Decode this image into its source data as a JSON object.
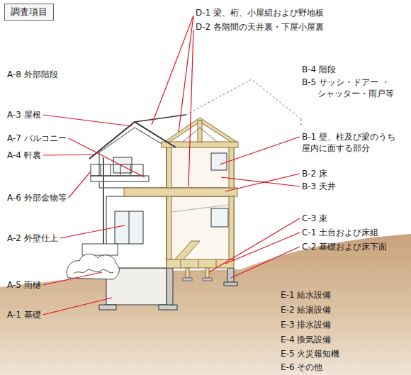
{
  "diagram": {
    "title": "調査項目",
    "labels": [
      "D-1 梁、桁、小屋組および野地板",
      "D-2 各階間の天井裏・下屋小屋裏",
      "A-8 外部階段",
      "B-4 階段",
      "B-5 サッシ・ドアー ・シャッター・雨戸等",
      "A-3 屋根",
      "B-1 壁、柱及び梁のうち 屋内に面する部分",
      "A-7 バルコニー",
      "A-4 軒裏",
      "B-2 床",
      "B-3 天井",
      "A-6 外部金物等",
      "C-3 束",
      "C-1 土台および床組",
      "C-2 基礎および床下面",
      "A-2 外壁仕上",
      "A-5 雨樋",
      "A-1 基礎",
      "E-1 給水設備",
      "E-2 給湯設備",
      "E-3 排水設備",
      "E-4 換気設備",
      "E-5 火災報知機",
      "E-6 その他"
    ]
  }
}
